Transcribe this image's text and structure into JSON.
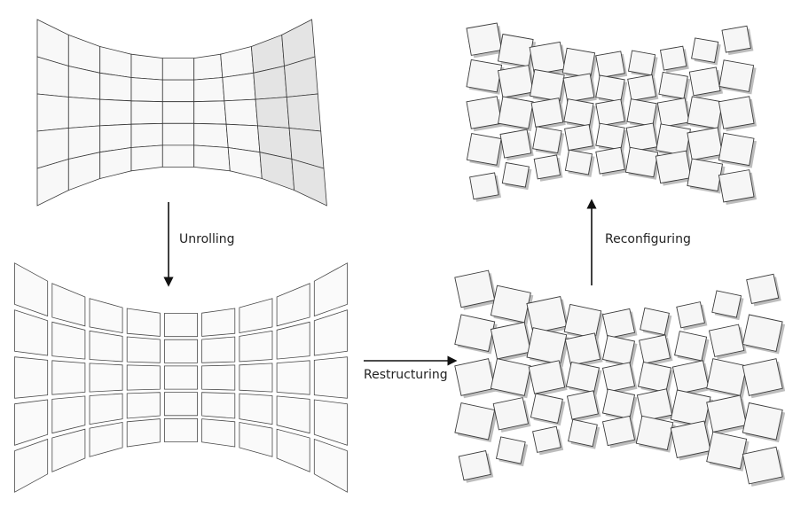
{
  "labels": {
    "unrolling": "Unrolling",
    "restructuring": "Restructuring",
    "reconfiguring": "Reconfiguring"
  },
  "colors": {
    "arrow": "#111111",
    "panel_stroke": "#3a3a3a",
    "panel_fill": "#f8f8f8"
  }
}
